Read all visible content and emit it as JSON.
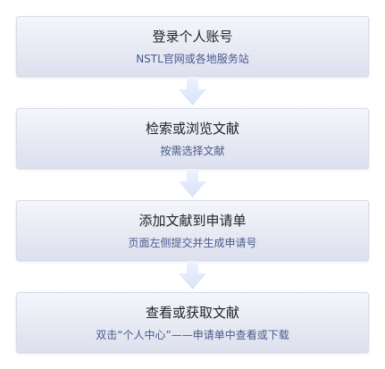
{
  "steps": [
    {
      "title": "登录个人账号",
      "subtitle": "NSTL官网或各地服务站"
    },
    {
      "title": "检索或浏览文献",
      "subtitle": "按需选择文献"
    },
    {
      "title": "添加文献到申请单",
      "subtitle": "页面左侧提交并生成申请号"
    },
    {
      "title": "查看或获取文献",
      "subtitle": "双击“个人中心”——申请单中查看或下载"
    }
  ],
  "colors": {
    "box_top": "#f5f6fb",
    "box_bottom": "#dde0ee",
    "box_border": "#d6dbe8",
    "title_text": "#222428",
    "subtitle_text": "#4a5a8c",
    "arrow_fill": "#dfe8fb"
  },
  "icons": {
    "connector": "arrow-down-icon"
  }
}
